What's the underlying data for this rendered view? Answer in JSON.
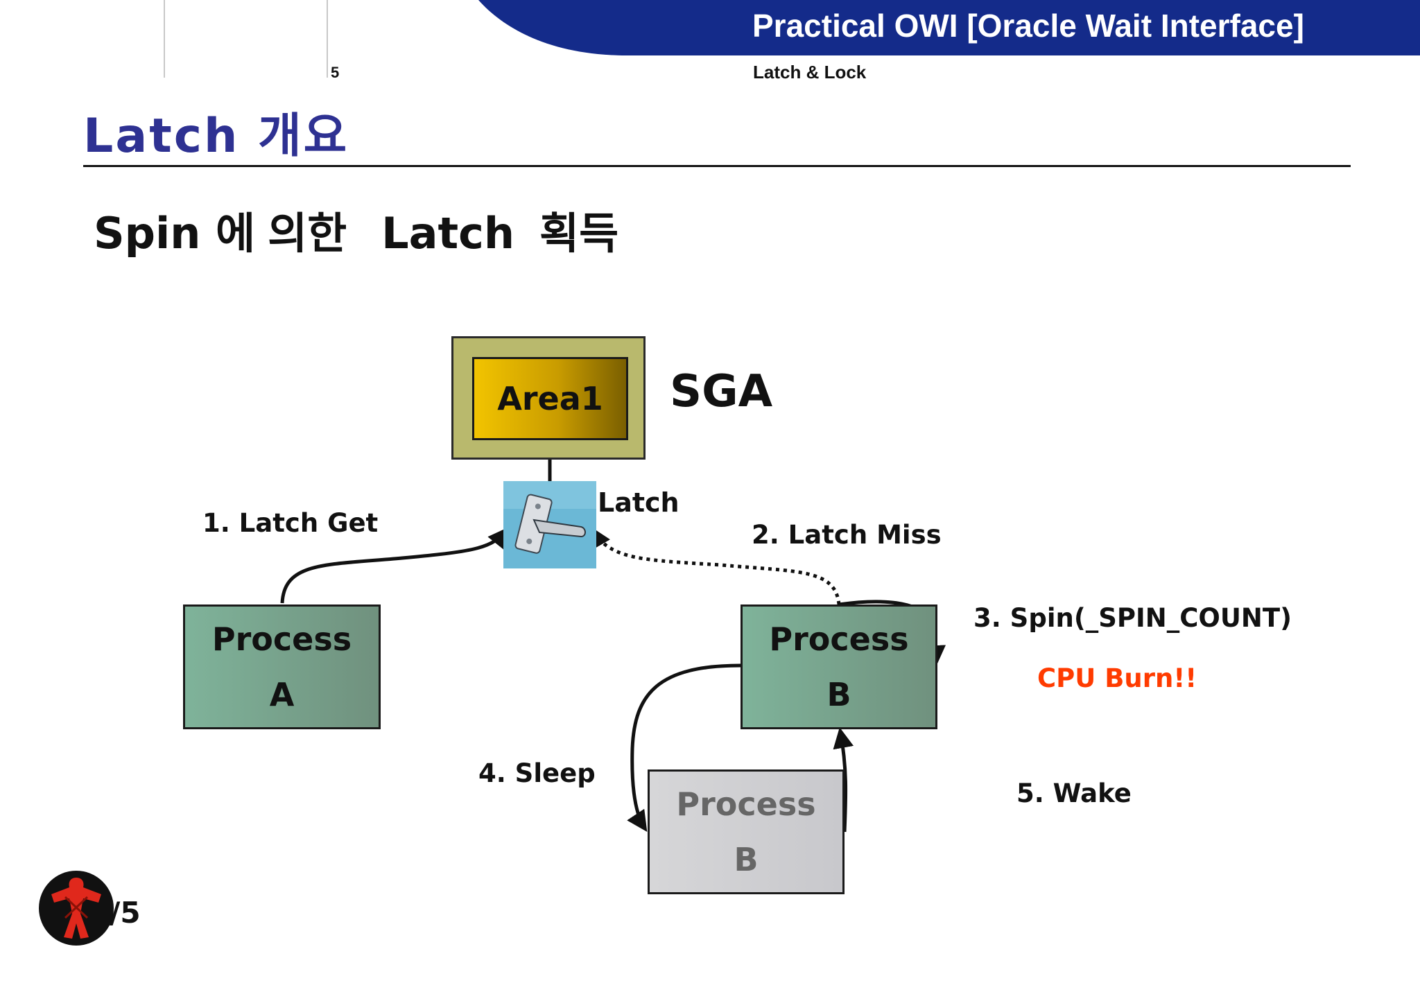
{
  "header": {
    "title": "Practical OWI [Oracle Wait Interface]",
    "page_number": "5",
    "subtitle": "Latch & Lock",
    "colors": {
      "band": "#142b8a",
      "text": "#ffffff"
    }
  },
  "slide": {
    "title": "Latch  개요",
    "title_color": "#2e3192",
    "heading": [
      "Spin 에",
      "의한",
      "Latch",
      "획득"
    ]
  },
  "diagram": {
    "sga": {
      "area": "Area1",
      "label": "SGA"
    },
    "latch_label": "Latch",
    "steps": {
      "get": "1. Latch Get",
      "miss": "2. Latch Miss",
      "spin": "3. Spin(_SPIN_COUNT)",
      "cpu_burn": "CPU Burn!!",
      "sleep": "4. Sleep",
      "wake": "5. Wake"
    },
    "processes": {
      "a": {
        "line1": "Process",
        "line2": "A"
      },
      "b": {
        "line1": "Process",
        "line2": "B"
      },
      "b_sleeping": {
        "line1": "Process",
        "line2": "B"
      }
    },
    "colors": {
      "cpu_burn": "#ff3b00",
      "process_active": "#7fb39a",
      "process_sleep": "#d6d6d8",
      "sga_outer": "#b9b96d"
    }
  },
  "footer": {
    "slide_total": "/5",
    "logo_icon": "red-figure-logo-icon"
  }
}
